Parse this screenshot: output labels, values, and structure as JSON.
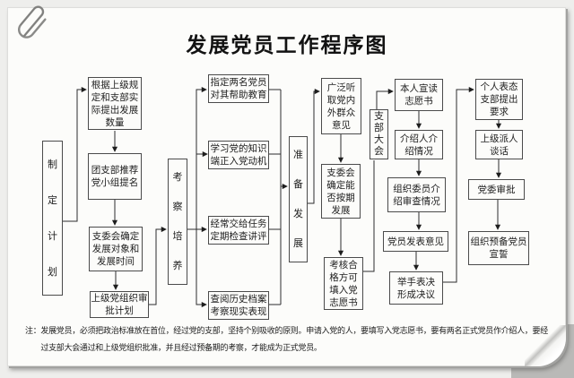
{
  "page": {
    "title": "发展党员工作程序图",
    "note": {
      "prefix": "注：",
      "text": "发展党员，必须把政治标准放在首位，经过党的支部，坚持个别吸收的原则。申请入党的人，要填写入党志愿书，要有两名正式党员作介绍人，要经过支部大会通过和上级党组织批准，并且经过预备期的考察，才能成为正式党员。"
    },
    "icons": {
      "paperclip": "paperclip"
    }
  },
  "flow": {
    "stages": [
      "制\n定\n计\n划",
      "考\n察\n培\n养",
      "准\n备\n发\n展",
      "支\n部\n大\n会"
    ],
    "plan_steps": [
      "根据上级规\n定和支部实\n际提出发展\n数量",
      "团支部推荐\n党小组提名",
      "支委会确定\n发展对象和\n发展时间",
      "上级党组织审\n批计划"
    ],
    "cultivate_steps": [
      "指定两名党员\n对其帮助教育",
      "学习党的知识\n端正入党动机",
      "经常交给任务\n定期检查讲评",
      "查阅历史档案\n考察现实表现"
    ],
    "prepare_steps": [
      "广泛听\n取党内\n外群众\n意见",
      "支委会\n确定能\n否按期\n发展",
      "考核合\n格方可\n填入党\n志愿书"
    ],
    "meeting_steps": [
      "本人宣读\n志愿书",
      "介绍人介\n绍情况",
      "组织委员介\n绍审查情况",
      "党员发表意见",
      "举手表决\n形成决议"
    ],
    "approval_steps": [
      "个人表态\n支部提出\n要求",
      "上级派人\n谈话",
      "党委审批",
      "组织预备党员\n宣誓"
    ]
  },
  "colors": {
    "line": "#2d2d2d",
    "box_border": "#4b4b4b",
    "text": "#1e1e1e",
    "page_bg": "#fcfcfa"
  }
}
